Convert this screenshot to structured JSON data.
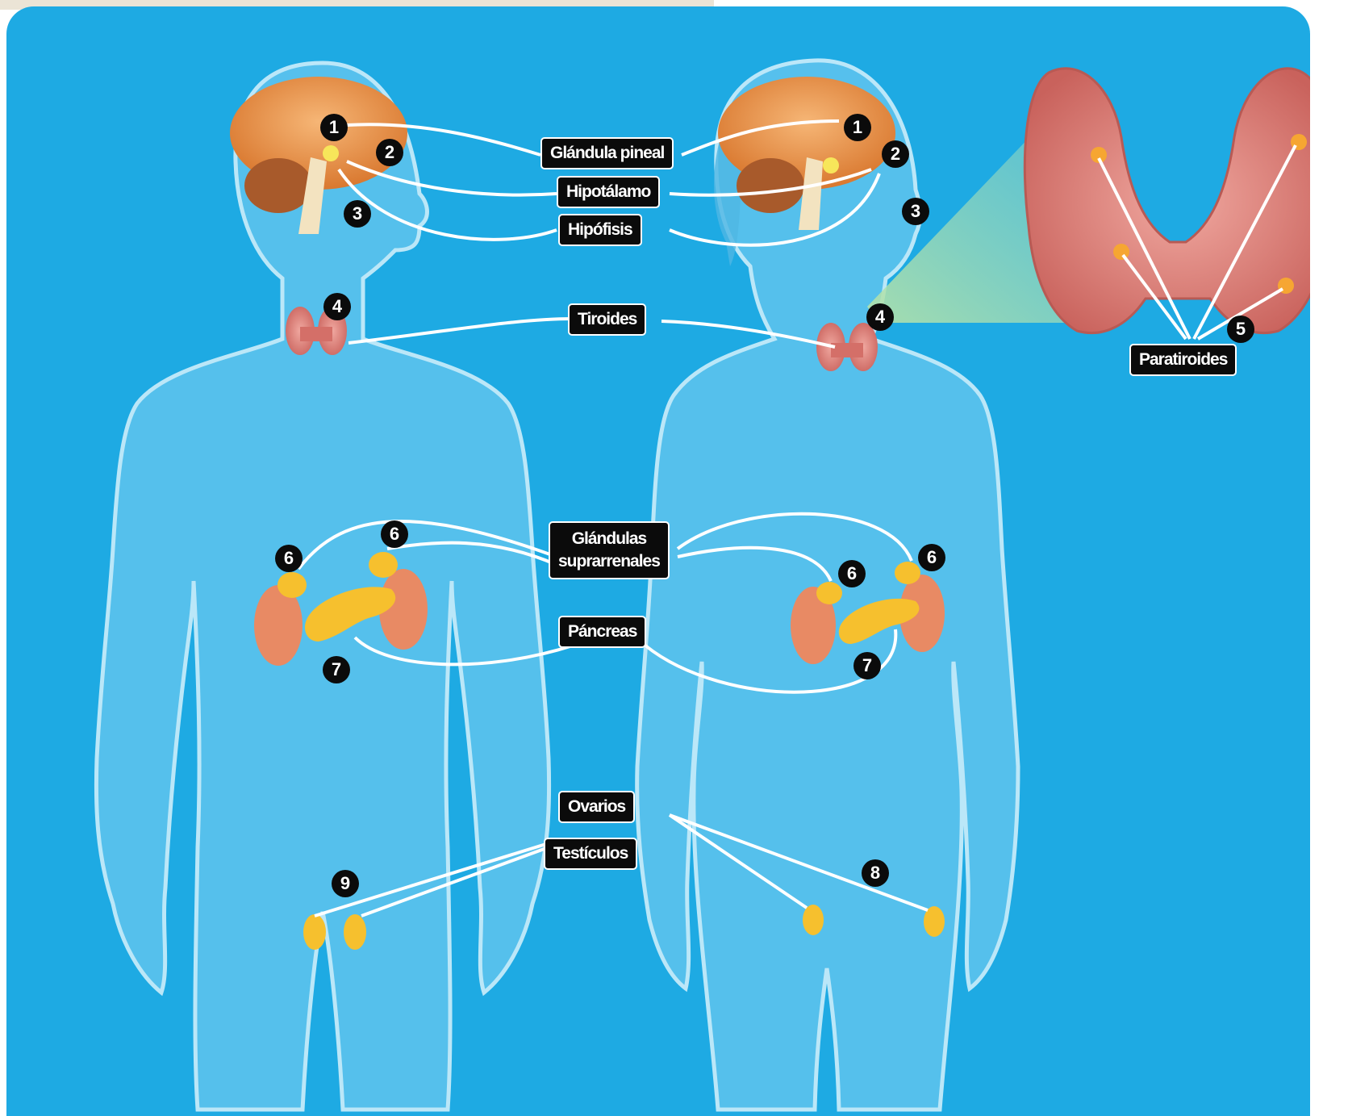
{
  "labels": {
    "pineal": "Glándula pineal",
    "hipotalamo": "Hipotálamo",
    "hipofisis": "Hipófisis",
    "tiroides": "Tiroides",
    "paratiroides": "Paratiroides",
    "suprarrenales_1": "Glándulas",
    "suprarrenales_2": "suprarrenales",
    "pancreas": "Páncreas",
    "ovarios": "Ovarios",
    "testiculos": "Testículos"
  },
  "markers": {
    "m1": "1",
    "m2": "2",
    "m3": "3",
    "m4": "4",
    "m5": "5",
    "m6": "6",
    "m7": "7",
    "m8": "8",
    "m9": "9"
  },
  "colors": {
    "background": "#1eaae3",
    "body_fill": "#5cc3ee",
    "body_outline": "#cdeefb",
    "brain": "#e9954b",
    "thyroid": "#e07e78",
    "adrenal": "#f6c02e",
    "kidney": "#e88a64",
    "label_bg": "#0b0b0b",
    "connector": "#ffffff"
  }
}
